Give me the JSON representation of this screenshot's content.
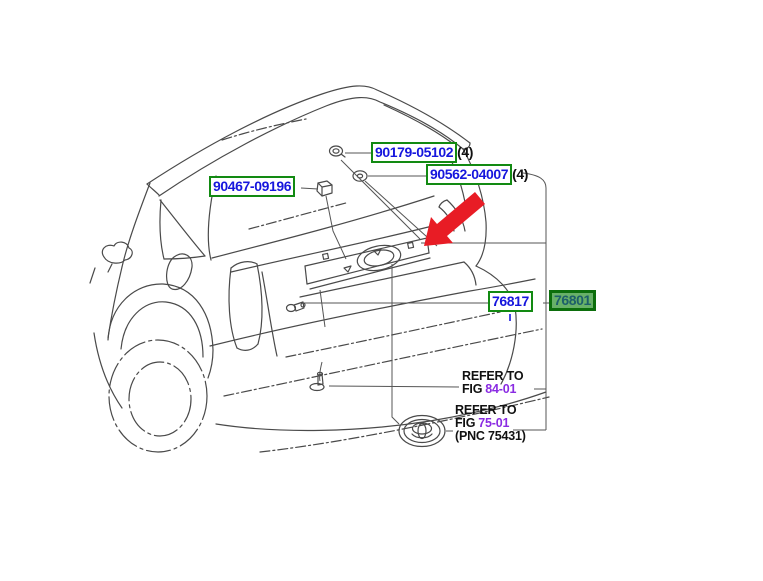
{
  "diagram": {
    "type": "vehicle-parts-diagram",
    "subject": "rear tailgate garnish assembly, rear three-quarter line drawing",
    "callouts": {
      "c90179": {
        "part_number": "90179-05102",
        "qty": "(4)"
      },
      "c90562": {
        "part_number": "90562-04007",
        "qty": "(4)"
      },
      "c90467": {
        "part_number": "90467-09196"
      },
      "c76817": {
        "part_number": "76817"
      },
      "c76801": {
        "part_number": "76801",
        "selected": true
      }
    },
    "notes": {
      "fig84": {
        "line1": "REFER TO",
        "fig_word": "FIG",
        "fig_number": "84-01"
      },
      "fig75": {
        "line1": "REFER TO",
        "fig_word": "FIG",
        "fig_number": "75-01",
        "pnc": "(PNC 75431)"
      }
    },
    "icons": {
      "highlight_arrow": "red-arrow-icon",
      "emblem": "toyota-emblem-icon",
      "fasteners": [
        "screw-icon",
        "washer-grommet-icon",
        "clip-icon",
        "stud-icon",
        "push-pin-icon"
      ]
    },
    "colors": {
      "background": "#ffffff",
      "line_art": "#4a4a4a",
      "part_link_text": "#1616dd",
      "callout_border": "#128a12",
      "selected_border": "#0c6e0c",
      "selected_fill": "#68b168",
      "selected_text": "#1d5f6a",
      "quantity_text": "#111111",
      "figure_link": "#8a2be2",
      "arrow": "#e81c25"
    }
  }
}
